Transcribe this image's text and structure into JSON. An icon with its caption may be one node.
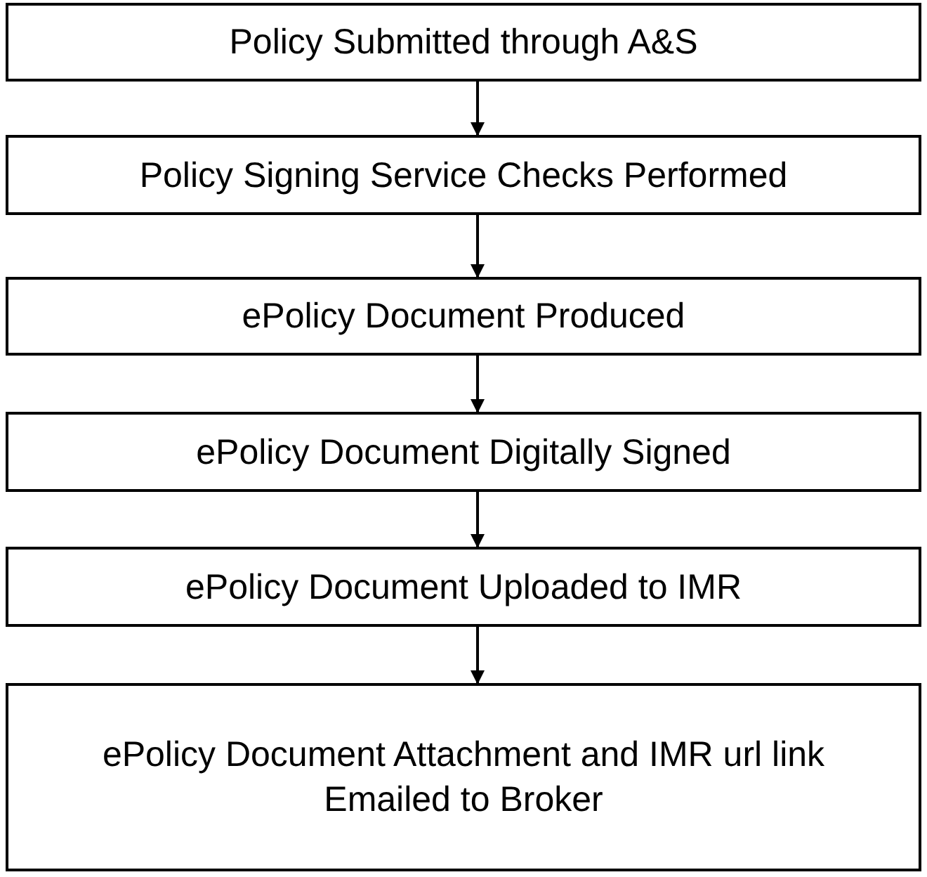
{
  "diagram": {
    "nodes": [
      {
        "text": [
          "Policy Submitted through A&S"
        ]
      },
      {
        "text": [
          "Policy Signing Service Checks Performed"
        ]
      },
      {
        "text": [
          "ePolicy Document Produced"
        ]
      },
      {
        "text": [
          "ePolicy Document Digitally Signed"
        ]
      },
      {
        "text": [
          "ePolicy Document Uploaded to IMR"
        ]
      },
      {
        "text": [
          "ePolicy Document Attachment and IMR url link Emailed to Broker"
        ]
      }
    ],
    "edges": [
      {
        "from": 0,
        "to": 1,
        "arrow": "to"
      },
      {
        "from": 1,
        "to": 2,
        "arrow": "to"
      },
      {
        "from": 2,
        "to": 3,
        "arrow": "to"
      },
      {
        "from": 3,
        "to": 4,
        "arrow": "to"
      },
      {
        "from": 4,
        "to": 5,
        "arrow": "to"
      }
    ]
  }
}
